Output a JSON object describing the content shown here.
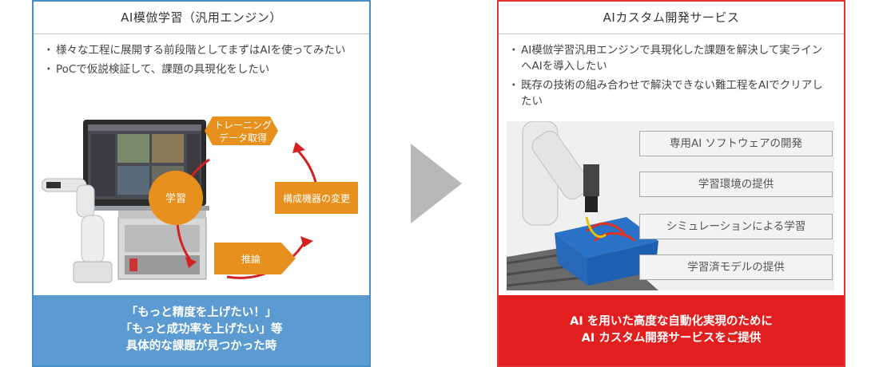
{
  "left_panel": {
    "title": "AI模倣学習（汎用エンジン）",
    "bullets": [
      "様々な工程に展開する前段階としてまずはAIを使ってみたい",
      "PoCで仮説検証して、課題の具現化をしたい"
    ],
    "cycle": {
      "center": "学習",
      "training": [
        "トレーニング",
        "データ取得"
      ],
      "config_change": "構成機器の変更",
      "inference": "推論"
    },
    "footer": [
      "「もっと精度を上げたい！」",
      "「もっと成功率を上げたい」等",
      "具体的な課題が見つかった時"
    ]
  },
  "right_panel": {
    "title": "AIカスタム開発サービス",
    "bullets": [
      "AI模倣学習汎用エンジンで具現化した課題を解決して実ラインへAIを導入したい",
      "既存の技術の組み合わせで解決できない難工程をAIでクリアしたい"
    ],
    "services": [
      "専用AI ソフトウェアの開発",
      "学習環境の提供",
      "シミュレーションによる学習",
      "学習済モデルの提供"
    ],
    "footer": [
      "AI を用いた高度な自動化実現のために",
      "AI カスタム開発サービスをご提供"
    ]
  },
  "colors": {
    "left_accent": "#5b9bd1",
    "right_accent": "#e21f1f",
    "cycle_orange": "#e8901e",
    "cycle_red": "#d42020"
  }
}
